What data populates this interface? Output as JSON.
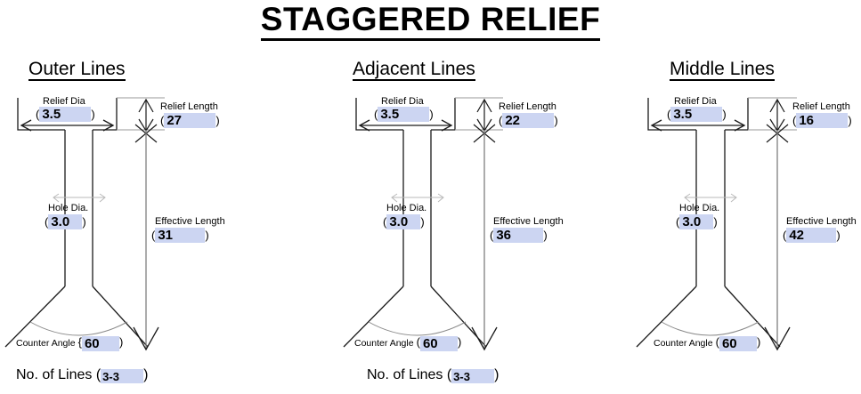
{
  "title": "STAGGERED RELIEF",
  "panels": [
    {
      "id": "outer",
      "heading": "Outer Lines",
      "fields": {
        "relief_dia_label": "Relief  Dia",
        "relief_dia_value": "3.5",
        "relief_length_label": "Relief  Length",
        "relief_length_value": "27",
        "hole_dia_label": "Hole Dia.",
        "hole_dia_value": "3.0",
        "effective_length_label": "Effective  Length",
        "effective_length_value": "31",
        "counter_angle_label": "Counter Angle",
        "counter_angle_value": "60",
        "no_of_lines_label": "No. of Lines",
        "no_of_lines_value": "3-3"
      }
    },
    {
      "id": "adjacent",
      "heading": "Adjacent Lines",
      "fields": {
        "relief_dia_label": "Relief  Dia",
        "relief_dia_value": "3.5",
        "relief_length_label": "Relief  Length",
        "relief_length_value": "22",
        "hole_dia_label": "Hole Dia.",
        "hole_dia_value": "3.0",
        "effective_length_label": "Effective  Length",
        "effective_length_value": "36",
        "counter_angle_label": "Counter Angle",
        "counter_angle_value": "60",
        "no_of_lines_label": "No. of Lines",
        "no_of_lines_value": "3-3"
      }
    },
    {
      "id": "middle",
      "heading": "Middle Lines",
      "fields": {
        "relief_dia_label": "Relief  Dia",
        "relief_dia_value": "3.5",
        "relief_length_label": "Relief  Length",
        "relief_length_value": "16",
        "hole_dia_label": "Hole Dia.",
        "hole_dia_value": "3.0",
        "effective_length_label": "Effective  Length",
        "effective_length_value": "42",
        "counter_angle_label": "Counter Angle",
        "counter_angle_value": "60"
      }
    }
  ],
  "symbols": {
    "open_paren": "(",
    "close_paren": ")",
    "open_brace": "{"
  },
  "colors": {
    "highlight": "#ccd5f2",
    "line": "#1a1a1a",
    "faint_line": "#8a8a8a",
    "text": "#000000"
  }
}
